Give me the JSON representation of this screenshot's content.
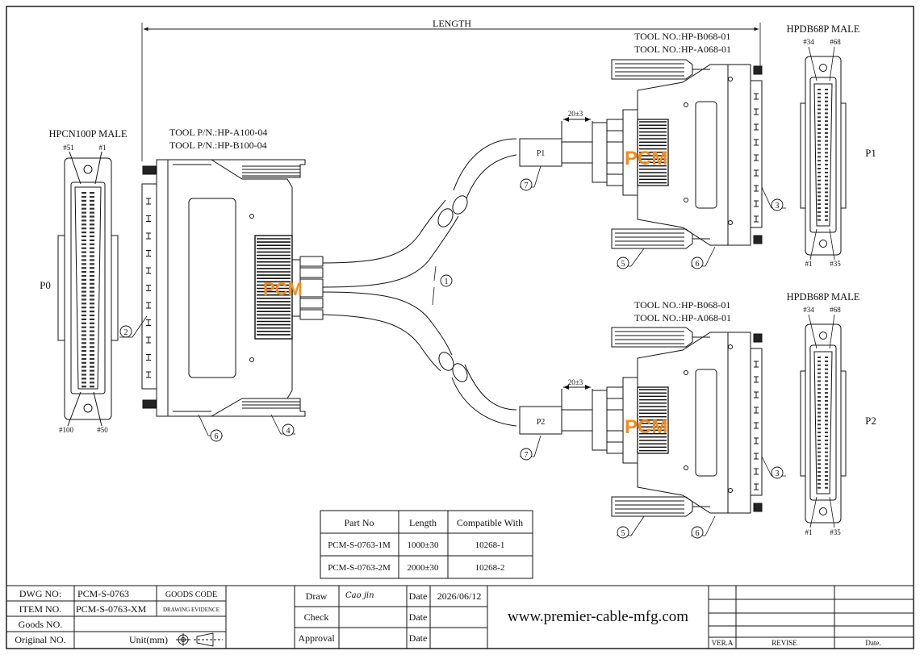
{
  "drawing": {
    "length_label": "LENGTH",
    "p0": {
      "header": "HPCN100P  MALE",
      "tool_line1": "TOOL P/N.:HP-A100-04",
      "tool_line2": "TOOL P/N.:HP-B100-04",
      "side_label": "P0",
      "pin_top_left": "#51",
      "pin_top_right": "#1",
      "pin_bottom_left": "#100",
      "pin_bottom_right": "#50"
    },
    "p1": {
      "header": "HPDB68P MALE",
      "tool_line1": "TOOL NO.:HP-B068-01",
      "tool_line2": "TOOL NO.:HP-A068-01",
      "side_label": "P1",
      "tag": "P1",
      "dim": "20±3",
      "pin_top_left": "#34",
      "pin_top_right": "#68",
      "pin_bottom_left": "#1",
      "pin_bottom_right": "#35"
    },
    "p2": {
      "header": "HPDB68P MALE",
      "tool_line1": "TOOL NO.:HP-B068-01",
      "tool_line2": "TOOL NO.:HP-A068-01",
      "side_label": "P2",
      "tag": "P2",
      "dim": "20±3",
      "pin_top_left": "#34",
      "pin_top_right": "#68",
      "pin_bottom_left": "#1",
      "pin_bottom_right": "#35"
    },
    "logo_text": "PCM",
    "balloons": {
      "cable": "1",
      "p0_pins": "2",
      "p_pins": "3",
      "p0_screw": "4",
      "p_screw": "5",
      "hood": "6",
      "tag": "7"
    }
  },
  "parts_table": {
    "headers": [
      "Part No",
      "Length",
      "Compatible With"
    ],
    "rows": [
      [
        "PCM-S-0763-1M",
        "1000±30",
        "10268-1"
      ],
      [
        "PCM-S-0763-2M",
        "2000±30",
        "10268-2"
      ]
    ]
  },
  "title_block": {
    "dwg_no_label": "DWG NO:",
    "dwg_no_value": "PCM-S-0763",
    "goods_code_label": "GOODS CODE",
    "item_no_label": "ITEM NO.",
    "item_no_value": "PCM-S-0763-XM",
    "drawing_evidence_label": "DRAWING EVIDENCE",
    "goods_no_label": "Goods NO.",
    "original_no_label": "Original NO.",
    "unit_label": "Unit(mm)",
    "draw_label": "Draw",
    "draw_signature": "Cao jin",
    "check_label": "Check",
    "approval_label": "Approval",
    "date_label": "Date",
    "date_value": "2026/06/12",
    "website": "www.premier-cable-mfg.com",
    "rev_label": "VER.A",
    "revise_label": "REVISE",
    "rev_date_label": "Date."
  }
}
